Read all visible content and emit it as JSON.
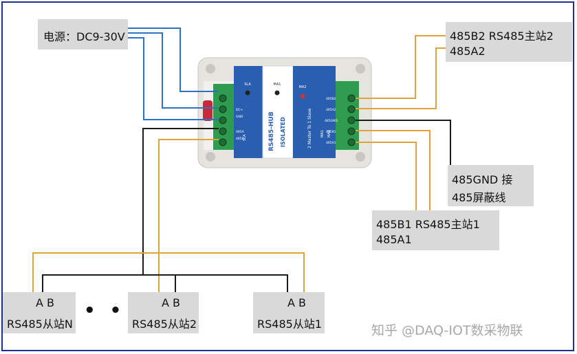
{
  "power": {
    "label": "电源：DC9-30V"
  },
  "master2": {
    "line1": "485B2   RS485主站2",
    "line2": "485A2"
  },
  "gnd": {
    "line1": "485GND 接",
    "line2": "485屏蔽线"
  },
  "master1": {
    "line1": "485B1   RS485主站1",
    "line2": "485A1"
  },
  "slaves": [
    {
      "ab": "A  B",
      "name": "RS485从站N"
    },
    {
      "ab": "A  B",
      "name": "RS485从站2"
    },
    {
      "ab": "A  B",
      "name": "RS485从站1"
    }
  ],
  "ellipsis": "• • •",
  "device": {
    "model": "RS485-HUB",
    "isolated": "ISOLATED",
    "mode": "2 Master To 1 Slave",
    "leds": [
      "SLA",
      "MA1",
      "MA2"
    ],
    "left_terminals": [
      "DC+",
      "GND",
      "485A",
      "485B"
    ],
    "right_terminals": [
      "485B2",
      "485A2",
      "485GND",
      "485B1",
      "485A1"
    ],
    "side_labels": [
      "SLA",
      "MA1",
      "MA2"
    ]
  },
  "watermark": "知乎 @DAQ-IOT数采物联",
  "colors": {
    "power_wire": "#2f6fc4",
    "signal_wire": "#e0a33a",
    "black_wire": "#1a1a1a",
    "box_fill": "#d9d9d9",
    "device_blue": "#2a5fb0",
    "terminal_green": "#2e9b4e",
    "frame": "#1f2f8f"
  }
}
